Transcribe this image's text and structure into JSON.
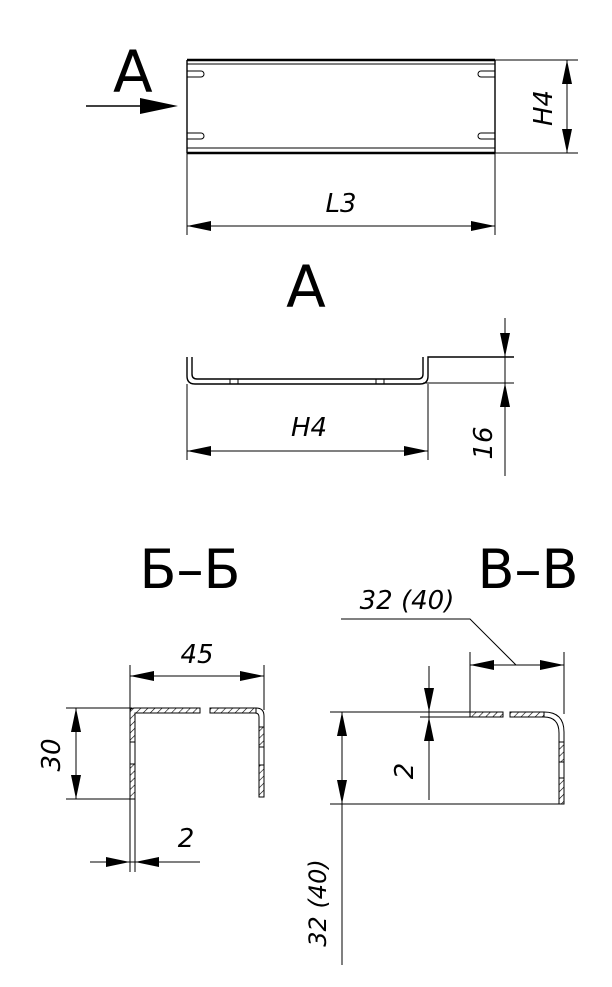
{
  "view_arrow": {
    "label": "A"
  },
  "top_view": {
    "height_dim": "H4",
    "length_dim": "L3"
  },
  "view_a": {
    "title": "A",
    "width_dim": "H4",
    "flange_dim": "16"
  },
  "section_bb": {
    "title": "Б–Б",
    "width_dim": "45",
    "height_dim": "30",
    "thickness_dim": "2"
  },
  "section_vv": {
    "title": "В–В",
    "width_dim": "32 (40)",
    "height_dim": "32 (40)",
    "thickness_dim": "2"
  }
}
